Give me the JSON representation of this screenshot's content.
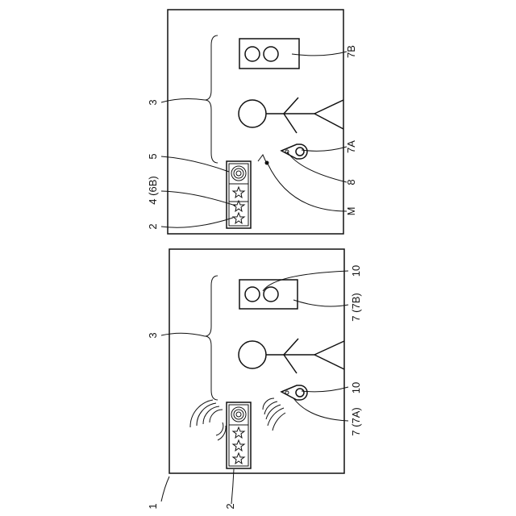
{
  "labels": {
    "assembly": "1",
    "display_lower": "2",
    "display_upper": "2",
    "user_area_upper": "3",
    "user_area_lower": "3",
    "stars_upper": "4 (6B)",
    "sound_upper": "5",
    "device_7a": "7A",
    "device_7b": "7B",
    "phone_upper": "8",
    "marker_m": "M",
    "device_7_7a": "7 (7A)",
    "device_7_7b": "7 (7B)",
    "ten_upper": "10",
    "ten_lower": "10"
  },
  "colors": {
    "ink": "#111111",
    "background": "#ffffff"
  },
  "icons": [
    "star-icon",
    "speaker-icon",
    "wireless-wave-icon",
    "phone-icon",
    "music-note-icon",
    "person-icon",
    "glasses-device-icon"
  ]
}
